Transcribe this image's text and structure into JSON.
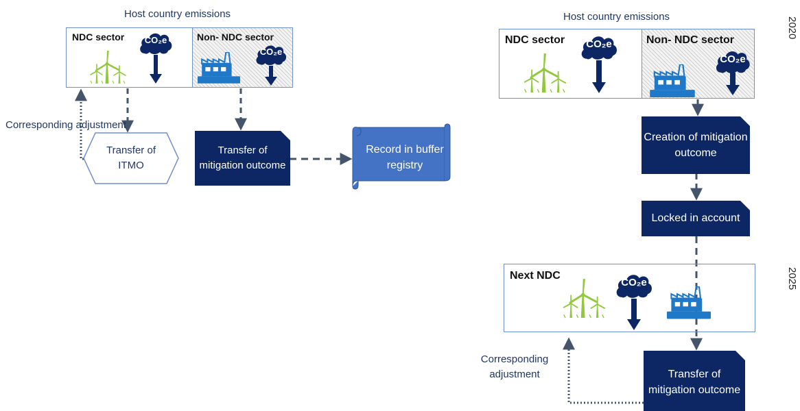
{
  "left": {
    "title": "Host country emissions",
    "ndc_label": "NDC sector",
    "non_ndc_label": "Non- NDC sector",
    "co2_label": "CO₂e",
    "corresponding_adjustment": "Corresponding adjustment",
    "transfer_itmo": "Transfer of ITMO",
    "transfer_mitigation": "Transfer of mitigation outcome",
    "record_buffer": "Record in buffer registry"
  },
  "right": {
    "title": "Host country emissions",
    "ndc_label": "NDC sector",
    "non_ndc_label": "Non- NDC sector",
    "co2_label": "CO₂e",
    "creation": "Creation of mitigation outcome",
    "locked": "Locked in account",
    "next_ndc": "Next NDC",
    "transfer_mitigation": "Transfer of mitigation outcome",
    "corresponding_adjustment": "Corresponding adjustment",
    "year_top": "2020",
    "year_bottom": "2025"
  },
  "colors": {
    "navy": "#0d2664",
    "outline": "#6f8fcf",
    "scroll": "#4472c4",
    "turbine": "#92c83e",
    "factory": "#1f78c8",
    "arrow": "#44546a"
  }
}
